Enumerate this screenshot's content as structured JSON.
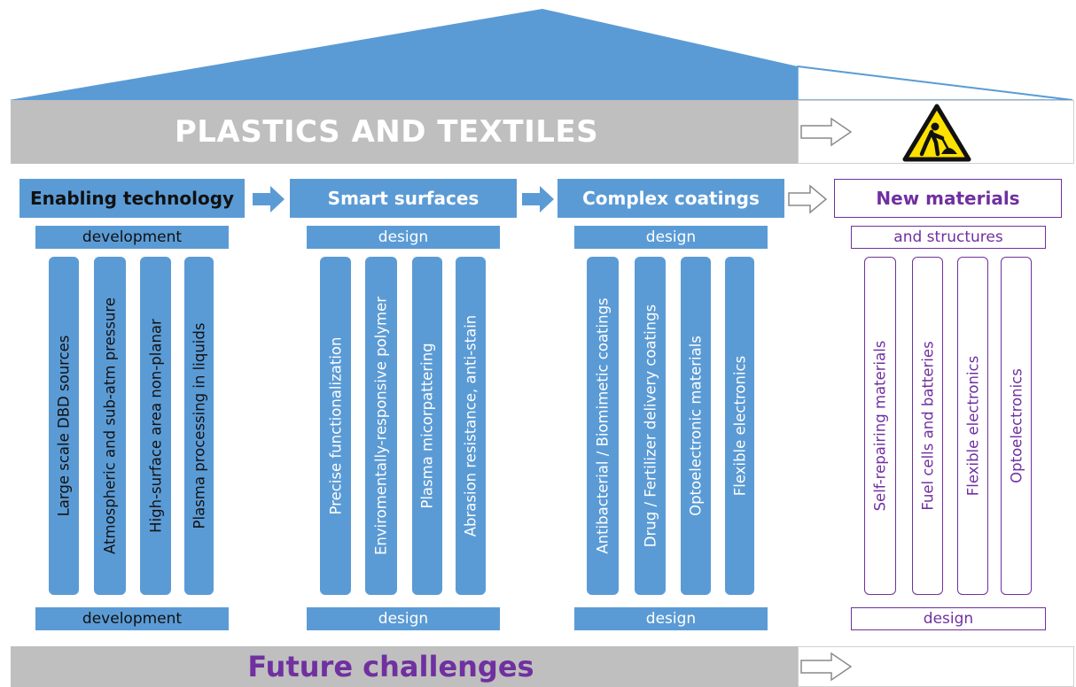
{
  "top_banner": {
    "title": "PLASTICS AND TEXTILES"
  },
  "bottom_banner": {
    "title": "Future challenges"
  },
  "columns": [
    {
      "header": "Enabling technology",
      "top_label": "development",
      "bottom_label": "development",
      "pillars": [
        "Large scale DBD sources",
        "Atmospheric and sub-atm pressure",
        "High-surface area non-planar",
        "Plasma processing in liquids"
      ]
    },
    {
      "header": "Smart surfaces",
      "top_label": "design",
      "bottom_label": "design",
      "pillars": [
        "Precise functionalization",
        "Enviromentally-responsive polymer",
        "Plasma micorpattering",
        "Abrasion resistance, anti-stain"
      ]
    },
    {
      "header": "Complex coatings",
      "top_label": "design",
      "bottom_label": "design",
      "pillars": [
        "Antibacterial / Biomimetic coatings",
        "Drug / Fertilizer delivery coatings",
        "Optoelectronic materials",
        "Flexible electronics"
      ]
    },
    {
      "header": "New materials",
      "top_label": "and structures",
      "bottom_label": "design",
      "pillars": [
        "Self-repairing materials",
        "Fuel cells and batteries",
        "Flexible electronics",
        "Optoelectronics"
      ]
    }
  ],
  "colors": {
    "roof": "#5b9bd5",
    "banner": "#bfbfbf",
    "accent_purple": "#7030a0",
    "warning_yellow": "#ffe100"
  },
  "icons": [
    "warning-worker-sign-icon",
    "outline-arrow-icon",
    "blue-arrow-icon"
  ]
}
